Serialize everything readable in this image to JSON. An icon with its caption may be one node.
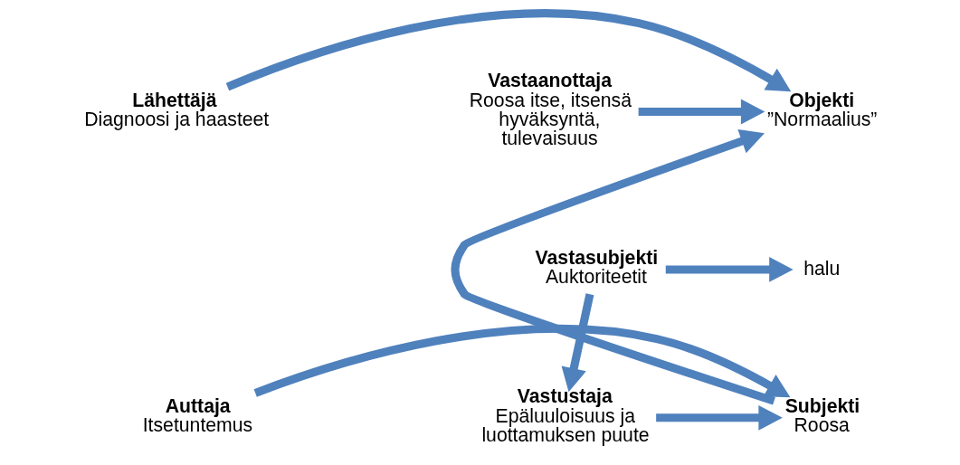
{
  "diagram": {
    "nodes": [
      {
        "text": [
          "Lähettäjä",
          "Diagnoosi ja haasteet"
        ]
      },
      {
        "text": [
          "Objekti",
          "”Normaalius”"
        ]
      },
      {
        "text": [
          "Vastaanottaja",
          "Roosa itse, itsensä hyväksyntä, tulevaisuus"
        ]
      },
      {
        "text": [
          "halu"
        ]
      },
      {
        "text": [
          "Vastasubjekti",
          "Auktoriteetit"
        ]
      },
      {
        "text": [
          "Auttaja",
          "Itsetuntemus"
        ]
      },
      {
        "text": [
          "Subjekti",
          "Roosa"
        ]
      },
      {
        "text": [
          "Vastustaja",
          "Epäluuloisuus ja luottamuksen puute"
        ]
      }
    ],
    "edges": [
      {
        "from": 0,
        "to": 1,
        "arrow": "to"
      },
      {
        "from": 2,
        "to": 1,
        "arrow": "to"
      },
      {
        "from": 6,
        "to": 1,
        "arrow": "to"
      },
      {
        "from": 4,
        "to": 3,
        "arrow": "to"
      },
      {
        "from": 4,
        "to": 7,
        "arrow": "to"
      },
      {
        "from": 5,
        "to": 6,
        "arrow": "to"
      },
      {
        "from": 7,
        "to": 6,
        "arrow": "to"
      }
    ]
  }
}
